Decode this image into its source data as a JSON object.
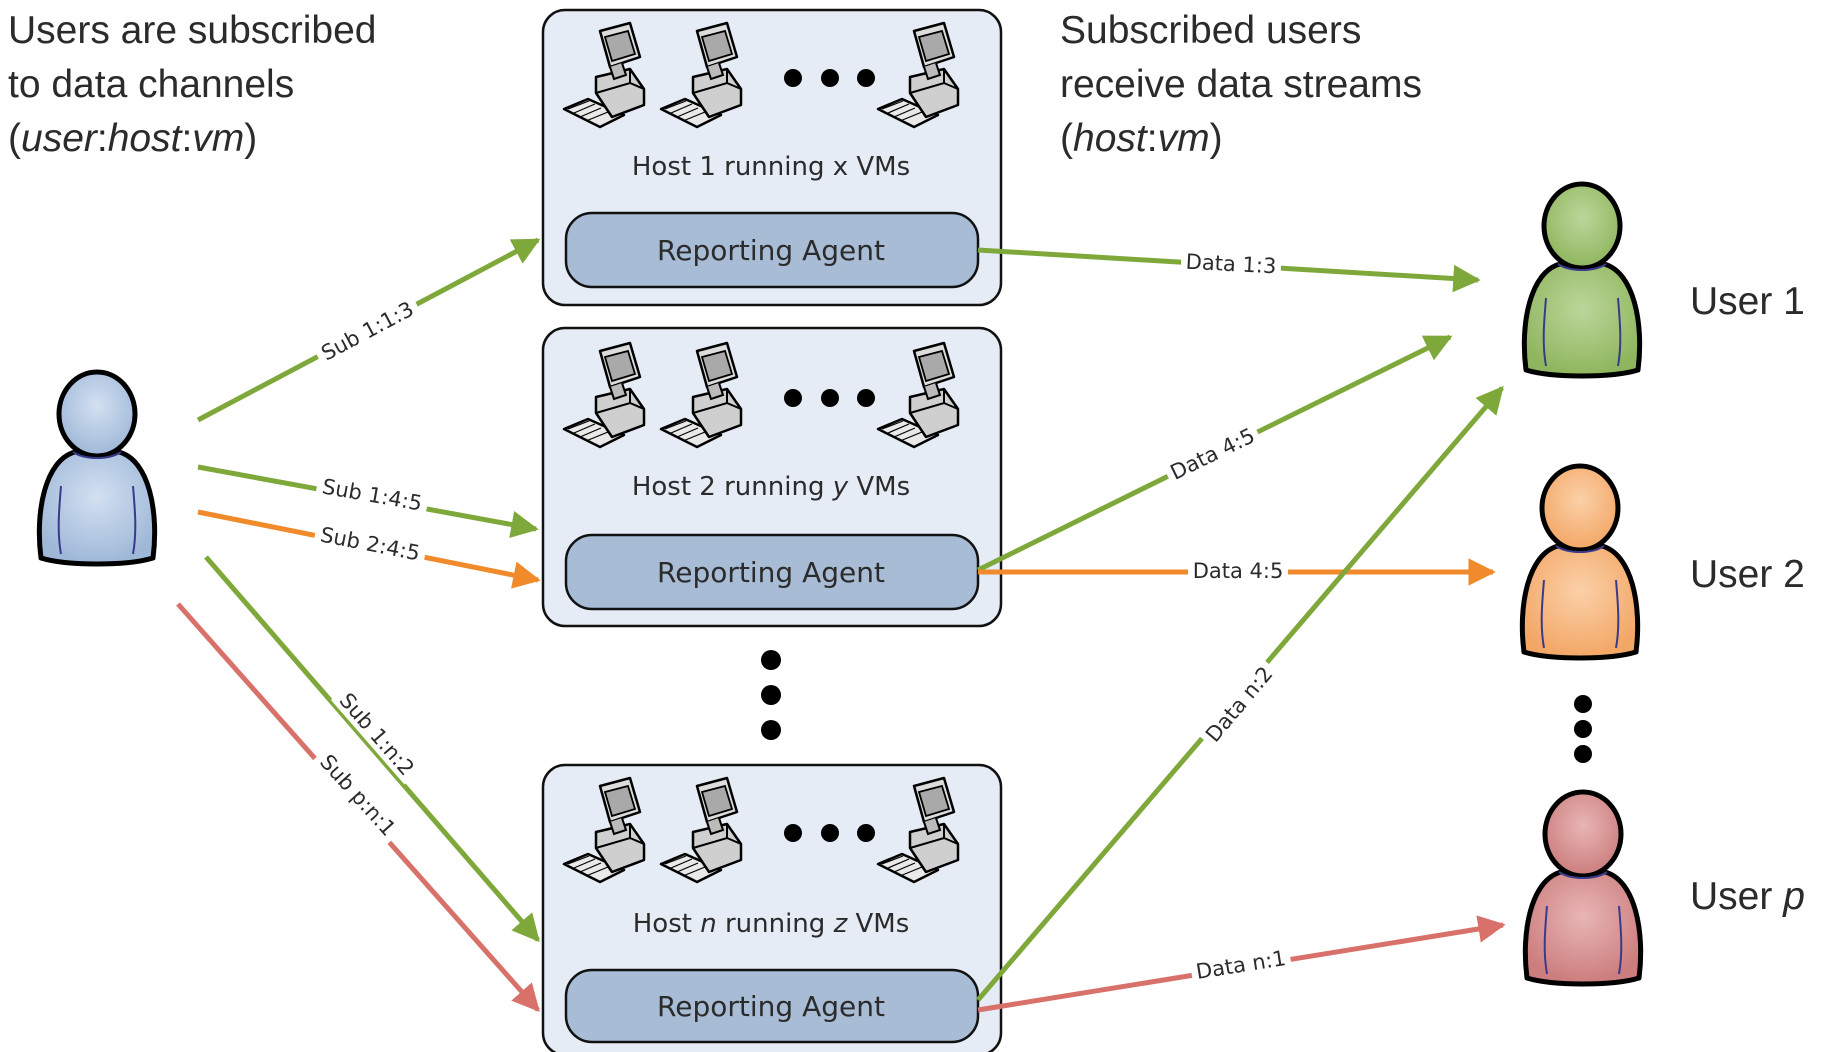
{
  "captions": {
    "left": {
      "line1": "Users are subscribed",
      "line2": "to data channels",
      "open": "(",
      "user": "user",
      "sep1": ":",
      "host": "host",
      "sep2": ":",
      "vm": "vm",
      "close": ")"
    },
    "right": {
      "line1": "Subscribed users",
      "line2": "receive data streams",
      "open": "(",
      "host": "host",
      "sep": ":",
      "vm": "vm",
      "close": ")"
    }
  },
  "hosts": [
    {
      "label_pre": "Host 1 running x VMs",
      "agent": "Reporting Agent"
    },
    {
      "label_pre": "Host 2 running ",
      "label_var": "y",
      "label_post": " VMs",
      "agent": "Reporting Agent"
    },
    {
      "label_pre": "Host ",
      "label_var": "n",
      "label_mid": " running ",
      "label_var2": "z",
      "label_post": " VMs",
      "agent": "Reporting Agent"
    }
  ],
  "users": [
    {
      "label": "User 1"
    },
    {
      "label": "User 2"
    },
    {
      "label_pre": "User ",
      "label_var": "p"
    }
  ],
  "subscriptions": [
    "Sub 1:1:3",
    "Sub 1:4:5",
    "Sub 2:4:5",
    "Sub 1:n:2",
    "Sub p:n:1"
  ],
  "streams": [
    "Data 1:3",
    "Data 4:5",
    "Data 4:5",
    "Data n:2",
    "Data n:1"
  ],
  "colors": {
    "green": "#7ea83a",
    "orange": "#f08a2a",
    "red": "#d9716b",
    "host_fill": "#e6ecf6",
    "agent_fill": "#a8bcd6",
    "subscriber": "#b8cce6",
    "user1": "#a6c77a",
    "user2": "#f8bb86",
    "userp": "#d99595"
  },
  "icons": [
    "computer-icon",
    "ellipsis-icon",
    "person-icon"
  ]
}
